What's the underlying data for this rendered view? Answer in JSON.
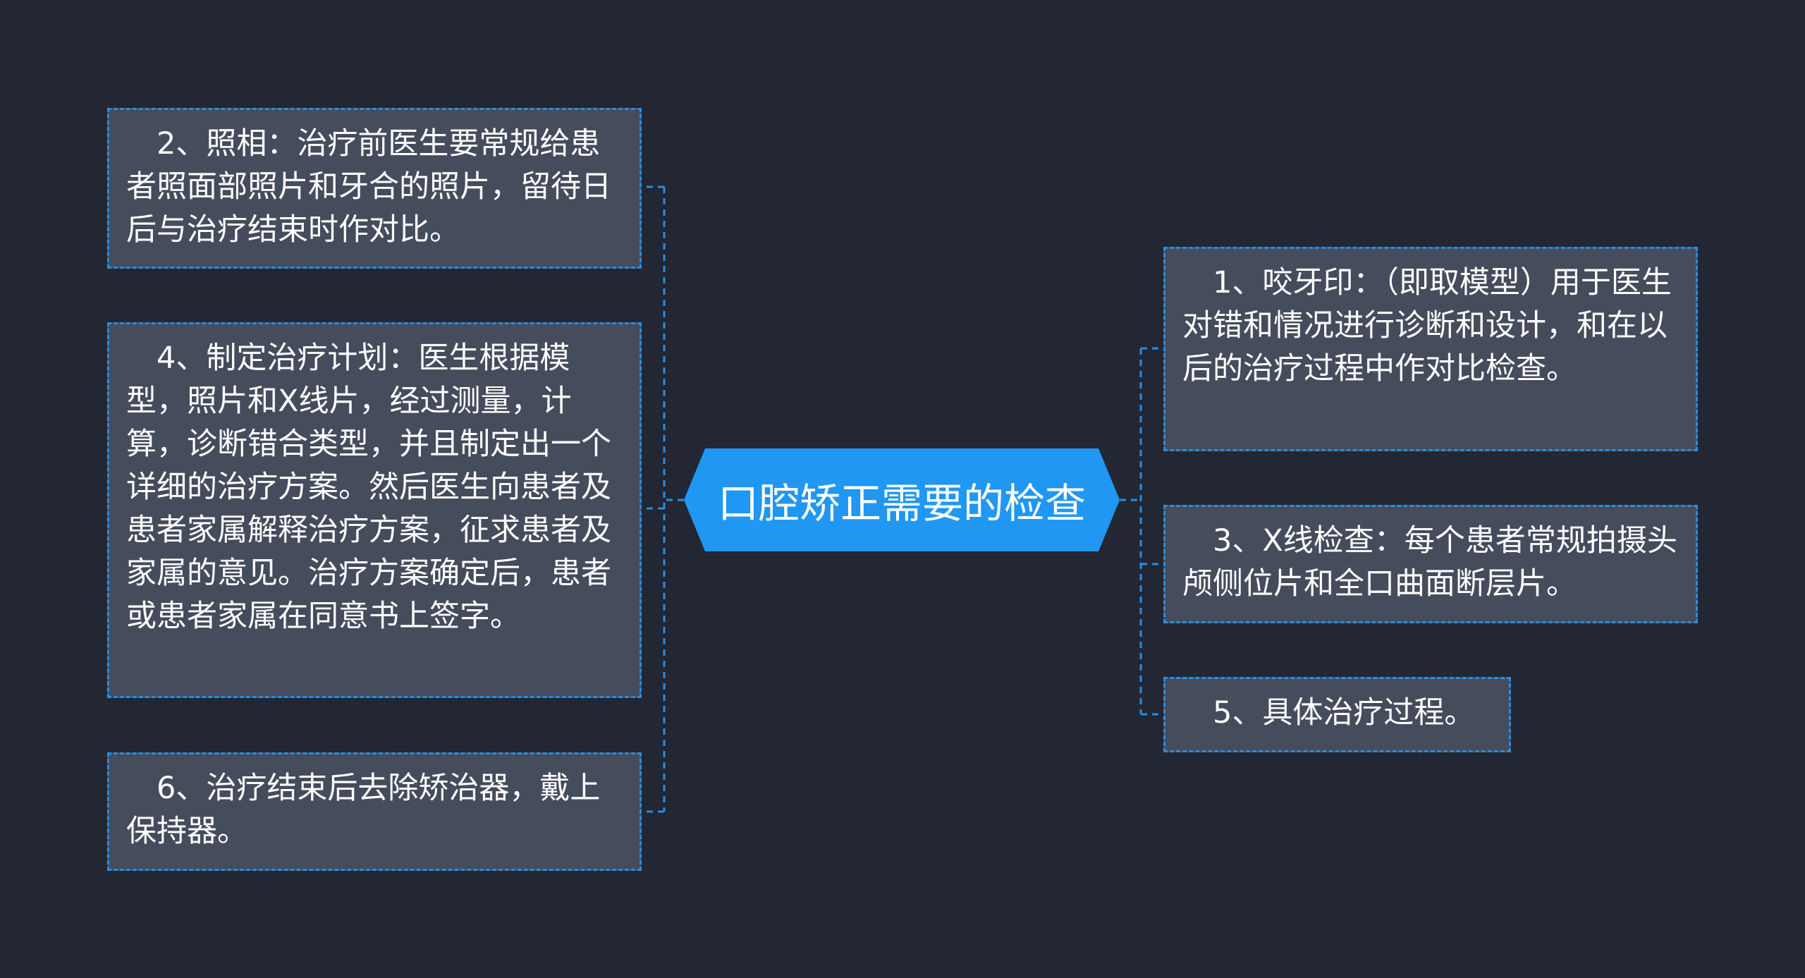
{
  "diagram": {
    "center": "口腔矫正需要的检查",
    "colors": {
      "background": "#222733",
      "node_fill": "#454c5b",
      "accent": "#2a8ce0",
      "center_fill": "#1f97f3",
      "text": "#ffffff"
    },
    "left_nodes": [
      "　2、照相：治疗前医生要常规给患者照面部照片和牙合的照片，留待日后与治疗结束时作对比。",
      "　4、制定治疗计划：医生根据模型，照片和X线片，经过测量，计算，诊断错合类型，并且制定出一个详细的治疗方案。然后医生向患者及患者家属解释治疗方案，征求患者及家属的意见。治疗方案确定后，患者或患者家属在同意书上签字。",
      "　6、治疗结束后去除矫治器，戴上保持器。"
    ],
    "right_nodes": [
      "　1、咬牙印：（即取模型）用于医生对错和情况进行诊断和设计，和在以后的治疗过程中作对比检查。",
      "　3、X线检查：每个患者常规拍摄头颅侧位片和全口曲面断层片。",
      "　5、具体治疗过程。"
    ]
  }
}
